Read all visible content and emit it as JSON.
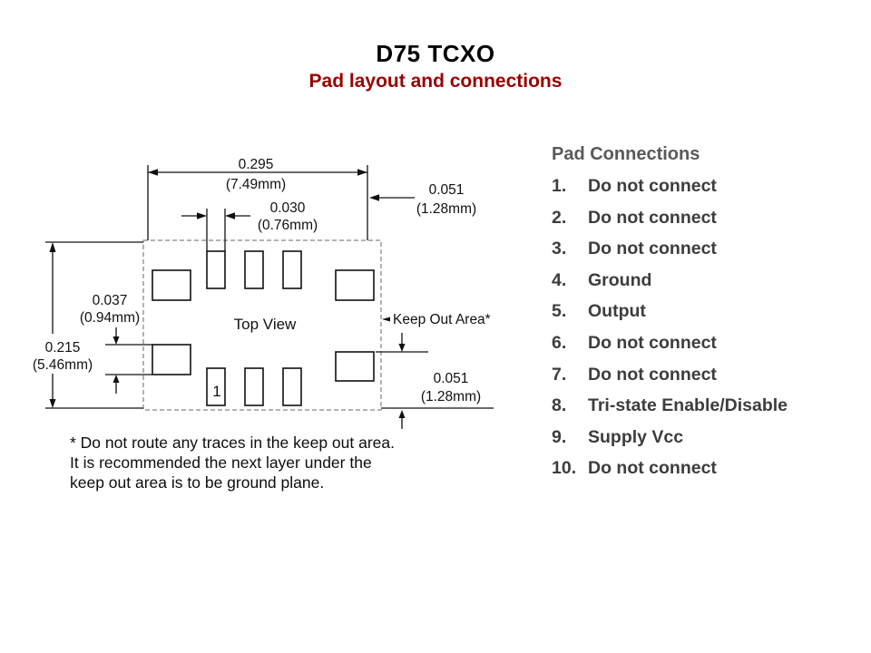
{
  "header": {
    "title": "D75 TCXO",
    "subtitle": "Pad layout and connections"
  },
  "diagram": {
    "top_view_label": "Top View",
    "keep_out_label": "Keep Out Area*",
    "pad_one_label": "1",
    "dims": {
      "width": {
        "inch": "0.295",
        "mm": "(7.49mm)"
      },
      "offset_top_right": {
        "inch": "0.051",
        "mm": "(1.28mm)"
      },
      "pad_width": {
        "inch": "0.030",
        "mm": "(0.76mm)"
      },
      "pad_height": {
        "inch": "0.037",
        "mm": "(0.94mm)"
      },
      "height": {
        "inch": "0.215",
        "mm": "(5.46mm)"
      },
      "offset_bottom_right": {
        "inch": "0.051",
        "mm": "(1.28mm)"
      }
    },
    "footnote_lines": [
      "* Do not route any traces in the keep out area.",
      "It is recommended the next layer under the",
      "keep out area is to be ground plane."
    ]
  },
  "pad_connections": {
    "heading": "Pad Connections",
    "items": [
      {
        "num": "1.",
        "label": "Do not connect"
      },
      {
        "num": "2.",
        "label": "Do not connect"
      },
      {
        "num": "3.",
        "label": "Do not connect"
      },
      {
        "num": "4.",
        "label": "Ground"
      },
      {
        "num": "5.",
        "label": "Output"
      },
      {
        "num": "6.",
        "label": "Do not connect"
      },
      {
        "num": "7.",
        "label": "Do not connect"
      },
      {
        "num": "8.",
        "label": "Tri-state Enable/Disable"
      },
      {
        "num": "9.",
        "label": "Supply Vcc"
      },
      {
        "num": "10.",
        "label": "Do not connect"
      }
    ]
  },
  "colors": {
    "subtitle_red": "#990000",
    "heading_gray": "#595959",
    "list_text_gray": "#3d3d3d"
  }
}
